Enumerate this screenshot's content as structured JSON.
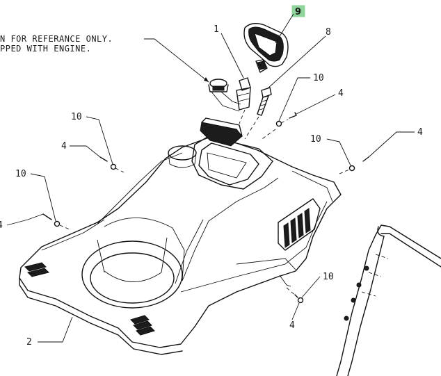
{
  "note": {
    "line1": "N FOR REFERANCE ONLY.",
    "line2": "PPED WITH ENGINE."
  },
  "callouts": {
    "p1": "1",
    "p2": "2",
    "p4_a": "4",
    "p4_b": "4",
    "p4_c": "4",
    "p4_d": "4",
    "p4_e": "4",
    "p8": "8",
    "p9": "9",
    "p10_a": "10",
    "p10_b": "10",
    "p10_c": "10",
    "p10_d": "10",
    "p10_e": "10"
  },
  "colors": {
    "highlight": "#8fd49a",
    "ink": "#111111"
  }
}
